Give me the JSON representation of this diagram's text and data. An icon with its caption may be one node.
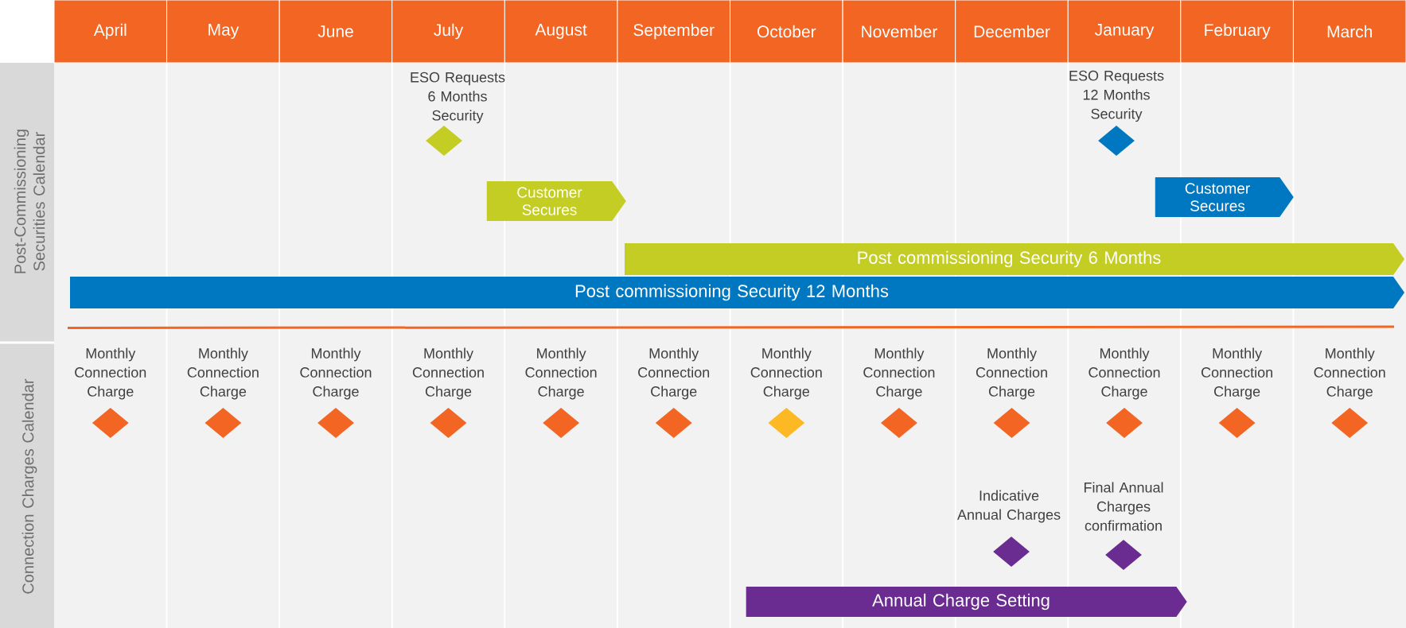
{
  "diagram": {
    "nodes": [
      {
        "text": [
          "April"
        ]
      },
      {
        "text": [
          "May"
        ]
      },
      {
        "text": [
          "June"
        ]
      },
      {
        "text": [
          "July"
        ]
      },
      {
        "text": [
          "August"
        ]
      },
      {
        "text": [
          "September"
        ]
      },
      {
        "text": [
          "October"
        ]
      },
      {
        "text": [
          "November"
        ]
      },
      {
        "text": [
          "December"
        ]
      },
      {
        "text": [
          "January"
        ]
      },
      {
        "text": [
          "February"
        ]
      },
      {
        "text": [
          "March"
        ]
      },
      {
        "text": [
          "Post-Commissioning Securities Calendar"
        ]
      },
      {
        "text": [],
        "shape": "diamond",
        "beside": [
          "ESO Requests 6 Months Security"
        ]
      },
      {
        "text": [],
        "shape": "diamond",
        "beside": [
          "ESO Requests 12 Months Security"
        ]
      },
      {
        "text": [
          "Customer Secures"
        ]
      },
      {
        "text": [
          "Customer Secures"
        ]
      },
      {
        "text": [
          "Post commissioning Security 6 Months"
        ]
      },
      {
        "text": [
          "Post commissioning Security 12 Months"
        ]
      },
      {
        "text": [
          "Connection Charges Calendar"
        ]
      },
      {
        "text": [],
        "shape": "diamond",
        "beside": [
          "Monthly Connection Charge"
        ]
      },
      {
        "text": [],
        "shape": "diamond",
        "beside": [
          "Monthly Connection Charge"
        ]
      },
      {
        "text": [],
        "shape": "diamond",
        "beside": [
          "Monthly Connection Charge"
        ]
      },
      {
        "text": [],
        "shape": "diamond",
        "beside": [
          "Monthly Connection Charge"
        ]
      },
      {
        "text": [],
        "shape": "diamond",
        "beside": [
          "Monthly Connection Charge"
        ]
      },
      {
        "text": [],
        "shape": "diamond",
        "beside": [
          "Monthly Connection Charge"
        ]
      },
      {
        "text": [],
        "shape": "diamond",
        "beside": [
          "Monthly Connection Charge"
        ]
      },
      {
        "text": [],
        "shape": "diamond",
        "beside": [
          "Monthly Connection Charge"
        ]
      },
      {
        "text": [],
        "shape": "diamond",
        "beside": [
          "Monthly Connection Charge"
        ]
      },
      {
        "text": [],
        "shape": "diamond",
        "beside": [
          "Monthly Connection Charge"
        ]
      },
      {
        "text": [],
        "shape": "diamond",
        "beside": [
          "Monthly Connection Charge"
        ]
      },
      {
        "text": [],
        "shape": "diamond",
        "beside": [
          "Monthly Connection Charge"
        ]
      },
      {
        "text": [],
        "shape": "diamond",
        "beside": [
          "Indicative Annual Charges"
        ]
      },
      {
        "text": [],
        "shape": "diamond",
        "beside": [
          "Final Annual Charges confirmation"
        ]
      },
      {
        "text": [
          "Annual Charge Setting"
        ]
      }
    ]
  }
}
